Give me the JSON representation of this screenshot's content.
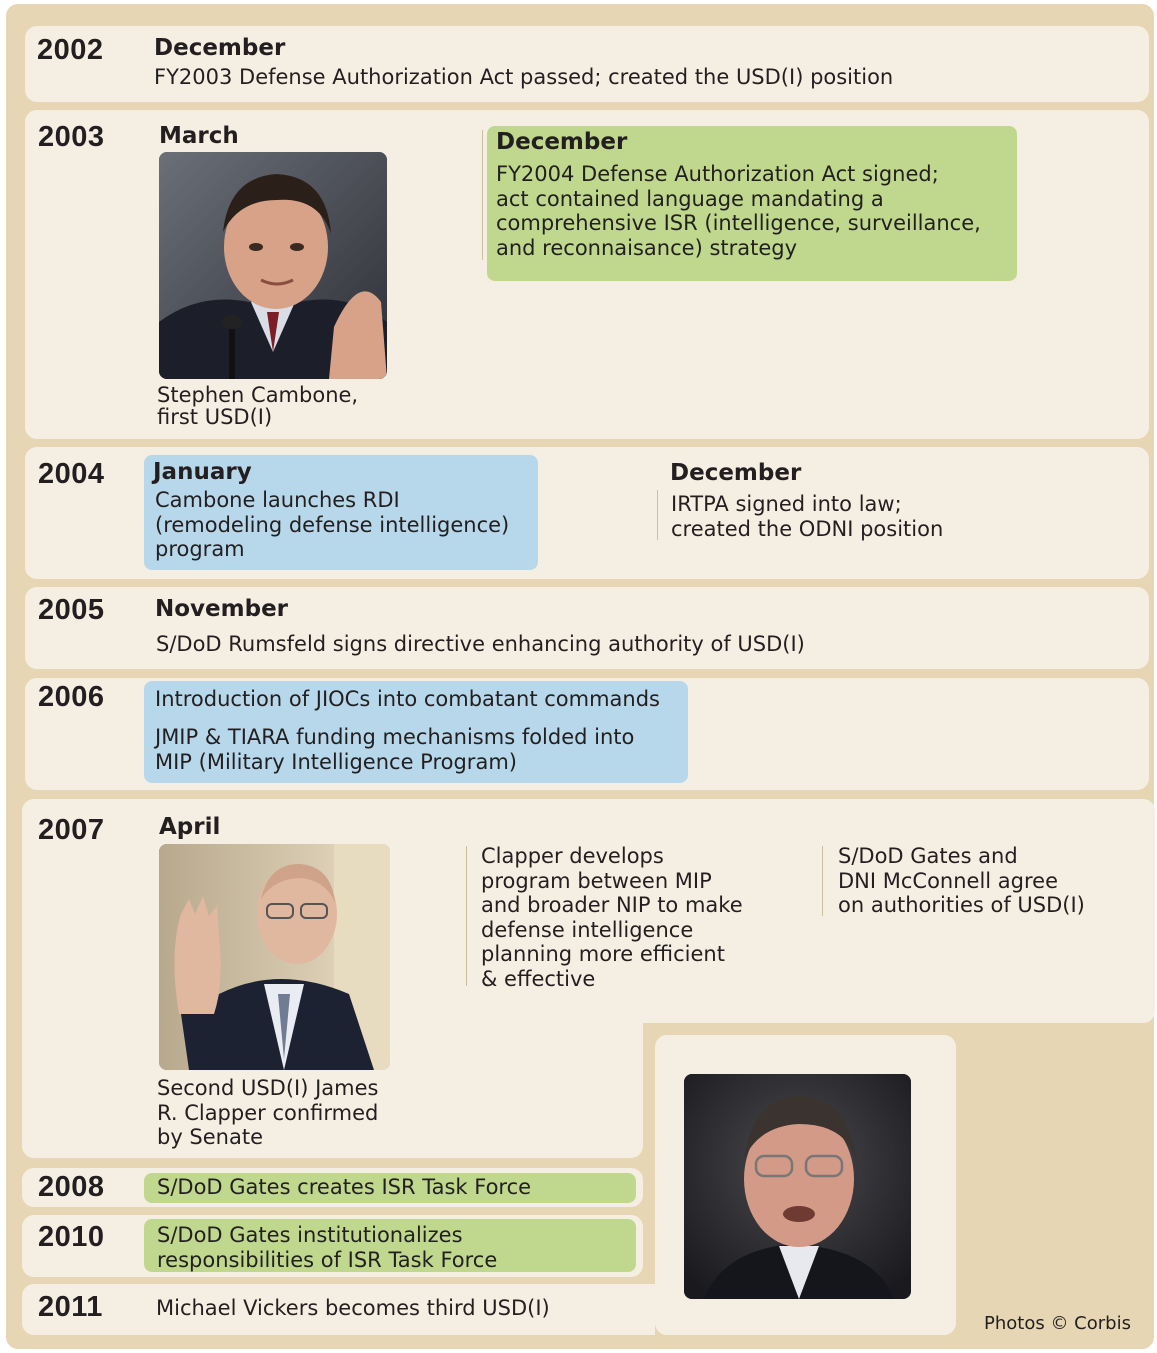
{
  "entries": {
    "y2002": {
      "year": "2002",
      "month": "December",
      "text": "FY2003 Defense Authorization Act passed; created the USD(I) position"
    },
    "y2003": {
      "year": "2003",
      "month_a": "March",
      "caption_a": "Stephen Cambone,\nfirst USD(I)",
      "month_b": "December",
      "text_b": "FY2004 Defense Authorization Act signed;\nact contained language mandating a\ncomprehensive ISR (intelligence, surveillance,\nand reconnaisance) strategy"
    },
    "y2004": {
      "year": "2004",
      "month_a": "January",
      "text_a": "Cambone launches RDI\n(remodeling defense intelligence)\nprogram",
      "month_b": "December",
      "text_b": "IRTPA signed into law;\ncreated the ODNI position"
    },
    "y2005": {
      "year": "2005",
      "month": "November",
      "text": "S/DoD Rumsfeld signs directive enhancing authority of USD(I)"
    },
    "y2006": {
      "year": "2006",
      "text_a": "Introduction of JIOCs into combatant commands",
      "text_b": "JMIP & TIARA funding mechanisms folded into\nMIP (Military Intelligence Program)"
    },
    "y2007": {
      "year": "2007",
      "month": "April",
      "caption": "Second USD(I) James\nR. Clapper confirmed\nby Senate",
      "text_b": "Clapper develops\nprogram between MIP\nand broader NIP to make\ndefense intelligence\nplanning more efficient\n& effective",
      "text_c": "S/DoD Gates and\nDNI McConnell agree\non authorities of USD(I)"
    },
    "y2008": {
      "year": "2008",
      "text": "S/DoD Gates creates ISR Task Force"
    },
    "y2010": {
      "year": "2010",
      "text": "S/DoD Gates institutionalizes\nresponsibilities of ISR Task Force"
    },
    "y2011": {
      "year": "2011",
      "text": "Michael Vickers becomes third USD(I)"
    }
  },
  "credit": "Photos © Corbis",
  "photos": [
    "cambone-photo",
    "clapper-photo",
    "vickers-photo"
  ],
  "colors": {
    "frame": "#e6d6b3",
    "panel": "#f5efe3",
    "green": "#bfd88d",
    "blue": "#b7d7ea"
  }
}
